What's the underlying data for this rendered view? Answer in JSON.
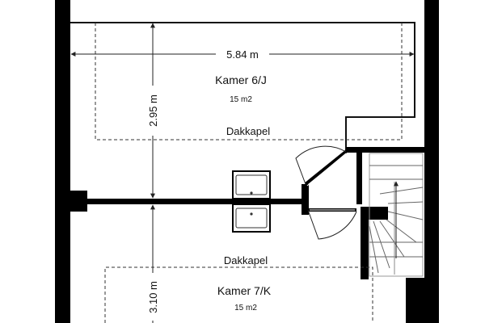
{
  "rooms": [
    {
      "name": "Kamer 6/J",
      "area": "15 m2",
      "dormer": "Dakkapel"
    },
    {
      "name": "Kamer 7/K",
      "area": "15 m2",
      "dormer": "Dakkapel"
    }
  ],
  "dimensions": {
    "width_top": "5.84 m",
    "depth_top": "2.95 m",
    "depth_bottom": "3.10 m"
  },
  "colors": {
    "wall": "#000000",
    "line": "#222222",
    "background": "#ffffff"
  }
}
